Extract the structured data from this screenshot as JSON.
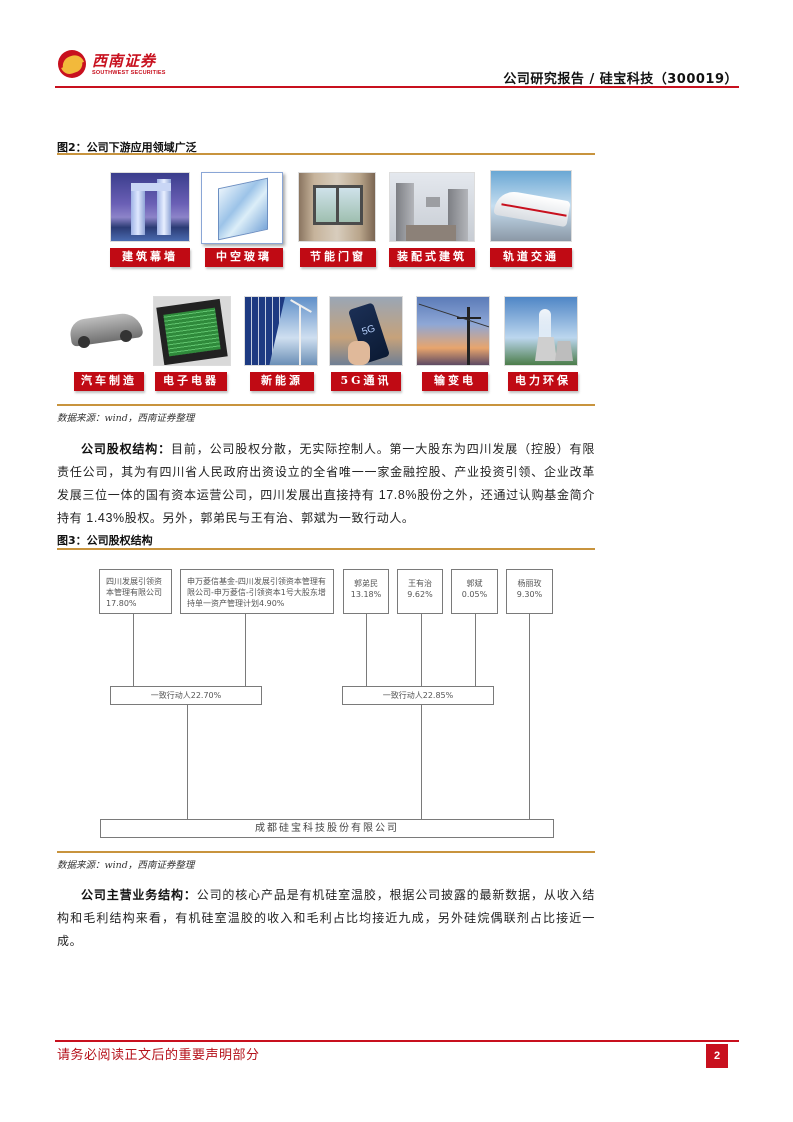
{
  "header": {
    "logo_cn": "西南证券",
    "logo_en": "SOUTHWEST SECURITIES",
    "title": "公司研究报告 / 硅宝科技（300019）"
  },
  "figure2": {
    "title": "图2：公司下游应用领域广泛",
    "source": "数据来源：wind，西南证券整理",
    "row1": [
      {
        "label": "建筑幕墙",
        "image": "twin-tower-skyline"
      },
      {
        "label": "中空玻璃",
        "image": "insulated-glass-pane"
      },
      {
        "label": "节能门窗",
        "image": "window-interior"
      },
      {
        "label": "装配式建筑",
        "image": "prefab-building-crane"
      },
      {
        "label": "轨道交通",
        "image": "high-speed-train"
      }
    ],
    "row2": [
      {
        "label": "汽车制造",
        "image": "car-cutaway"
      },
      {
        "label": "电子电器",
        "image": "circuit-board"
      },
      {
        "label": "新能源",
        "image": "solar-panels-wind-turbine"
      },
      {
        "label": "5G通讯",
        "image": "5g-smartphone"
      },
      {
        "label": "输变电",
        "image": "power-transmission-tower"
      },
      {
        "label": "电力环保",
        "image": "cooling-towers"
      }
    ]
  },
  "para1": {
    "lead": "公司股权结构：",
    "text_a": "目前，公司股权分散，无实际控制人。第一大股东为四川发展（控股）有限责任公司，其为有四川省人民政府出资设立的全省唯一一家金融控股、产业投资引领、企业改革发展三位一体的国有资本运营公司，四川发展出直接持有",
    "num_a": " 17.8%",
    "text_b": "股份之外，还通过认购基金简介持有",
    "num_b": " 1.43%",
    "text_c": "股权。另外，郭弟民与王有治、郭斌为一致行动人。"
  },
  "figure3": {
    "title": "图3：公司股权结构",
    "source": "数据来源：wind，西南证券整理",
    "shareholders": [
      {
        "name": "四川发展引领资本管理有限公司17.80%"
      },
      {
        "name": "申万菱信基金-四川发展引领资本管理有限公司-申万菱信-引领资本1号大股东增持单一资产管理计划4.90%"
      },
      {
        "name": "郭弟民",
        "pct": "13.18%"
      },
      {
        "name": "王有治",
        "pct": "9.62%"
      },
      {
        "name": "郭斌",
        "pct": "0.05%"
      },
      {
        "name": "杨丽玫",
        "pct": "9.30%"
      }
    ],
    "groups": [
      {
        "label": "一致行动人22.70%"
      },
      {
        "label": "一致行动人22.85%"
      }
    ],
    "company": "成都硅宝科技股份有限公司"
  },
  "para2": {
    "lead": "公司主营业务结构：",
    "text": "公司的核心产品是有机硅室温胶，根据公司披露的最新数据，从收入结构和毛利结构来看，有机硅室温胶的收入和毛利占比均接近九成，另外硅烷偶联剂占比接近一成。"
  },
  "footer": {
    "disclaimer": "请务必阅读正文后的重要声明部分",
    "page": "2"
  }
}
